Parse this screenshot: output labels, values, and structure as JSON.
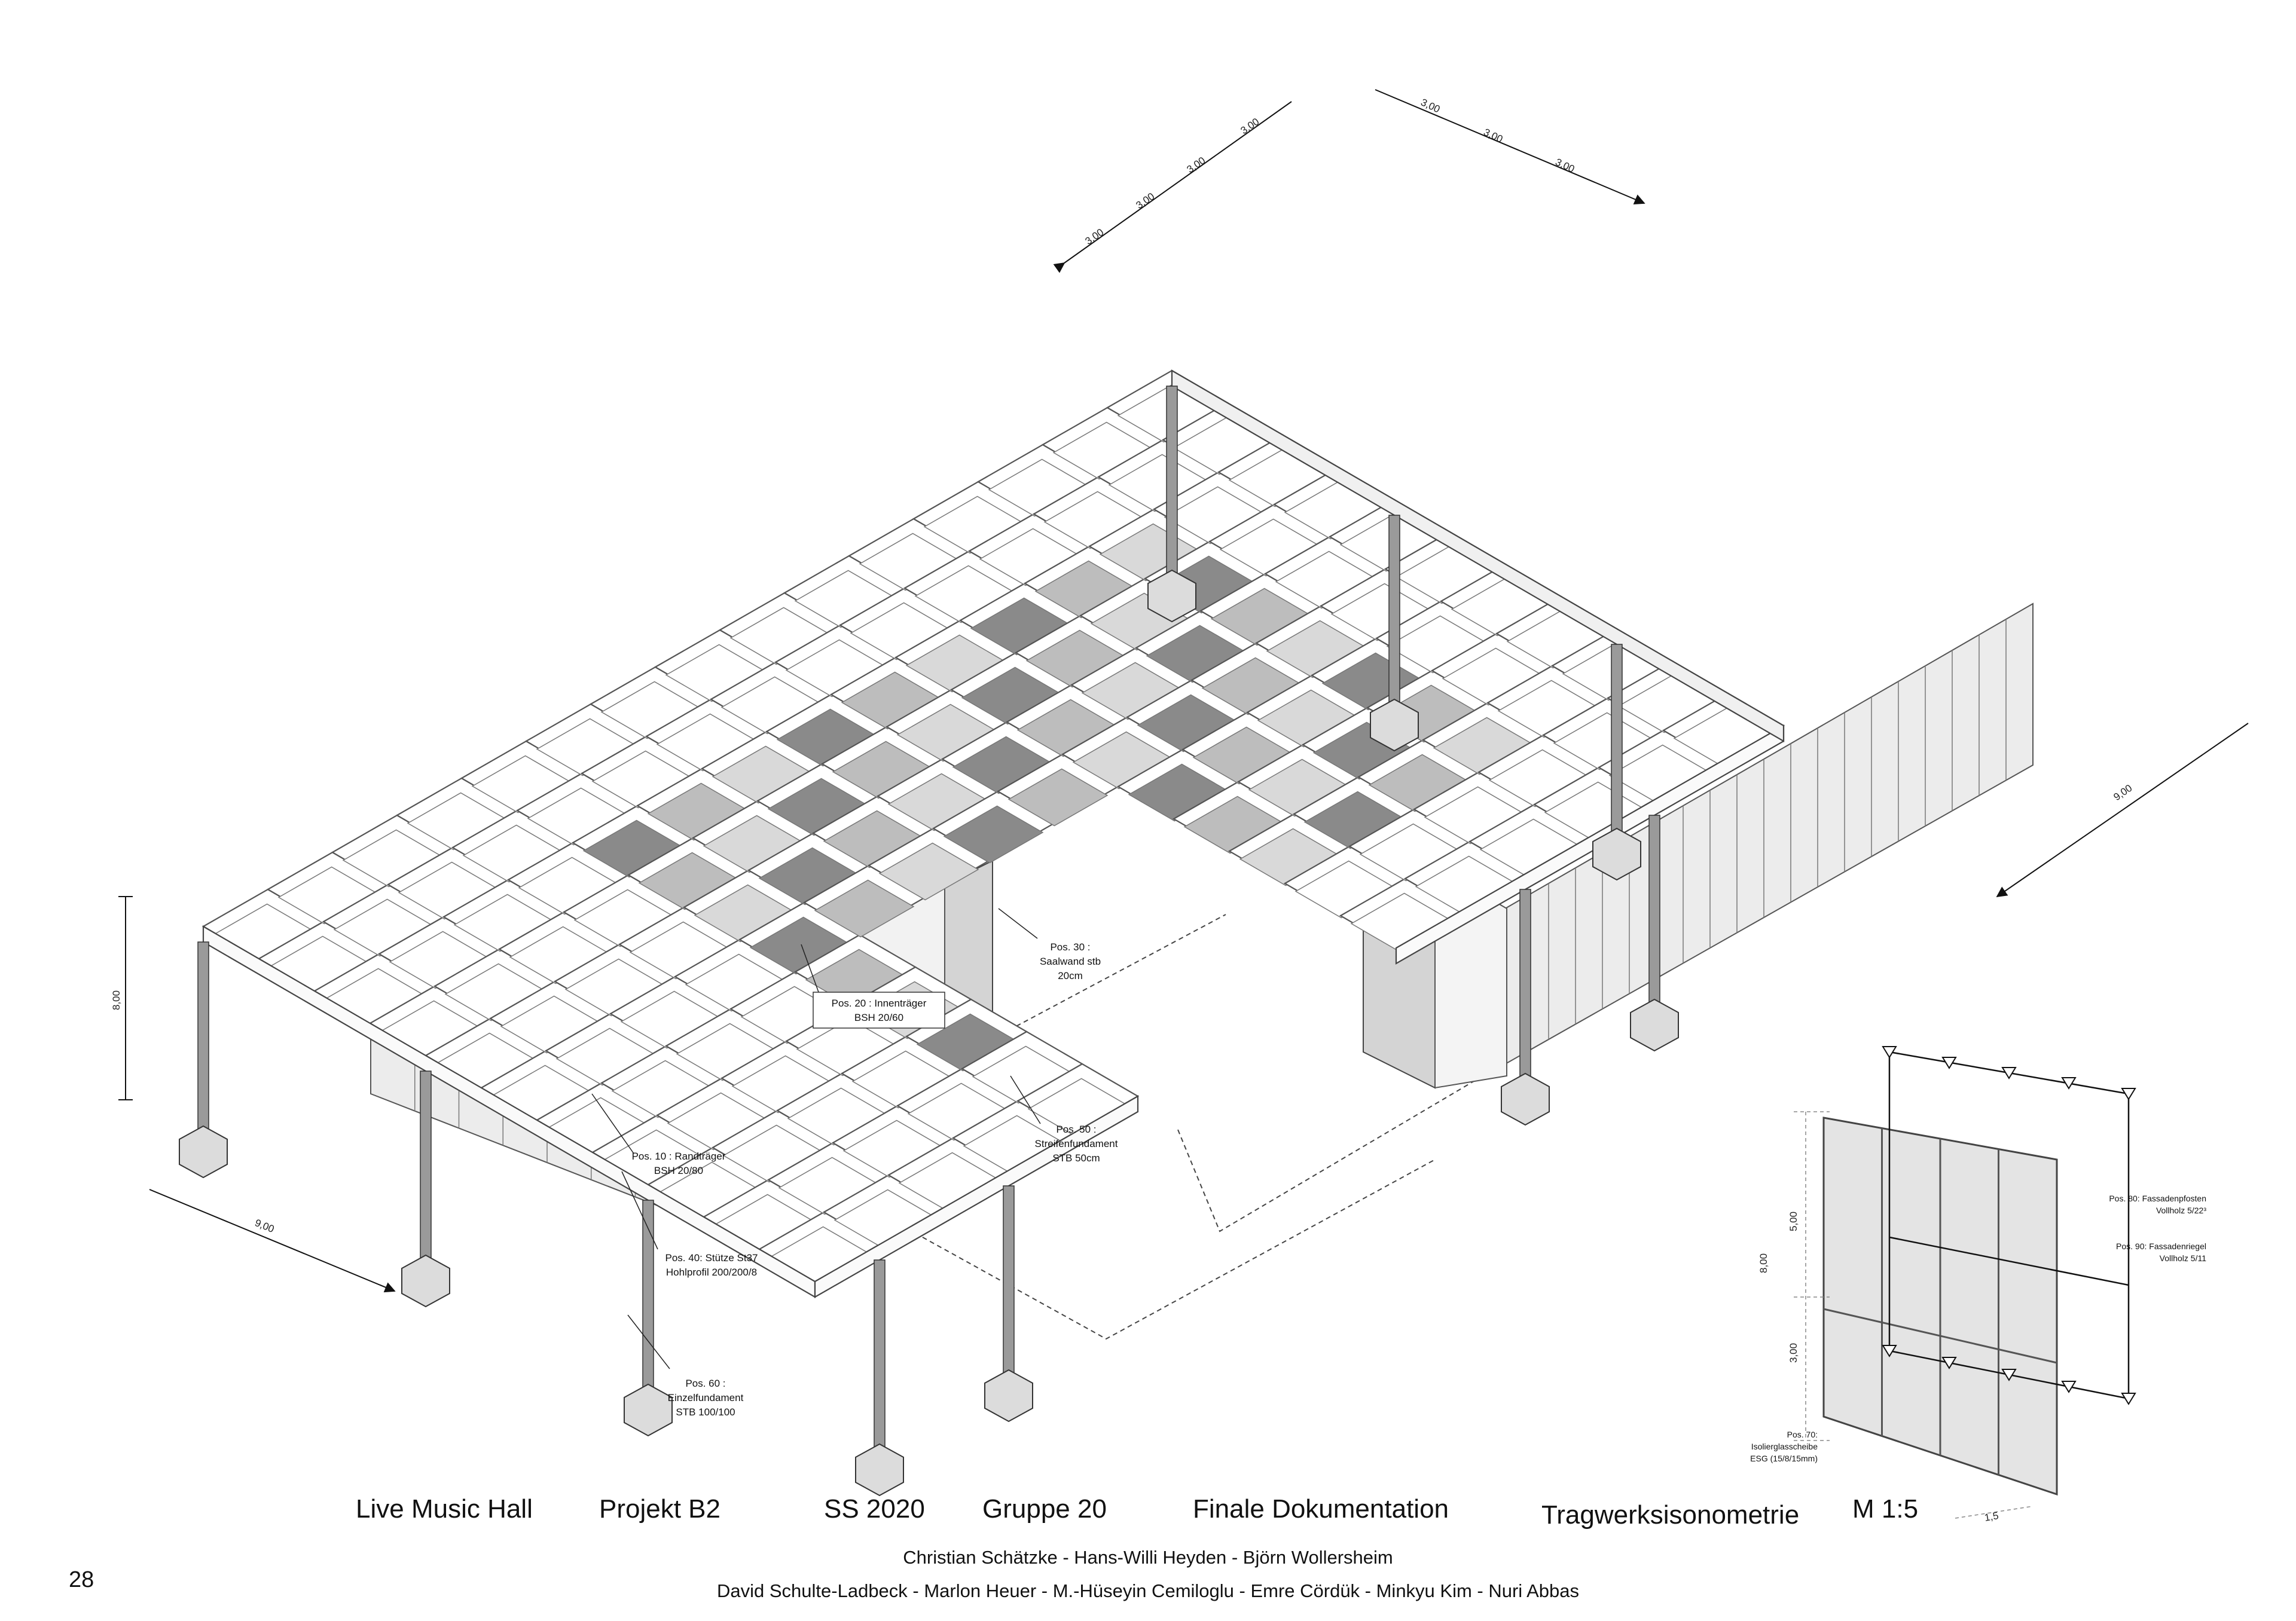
{
  "dimensions": {
    "top_left": [
      "3,00",
      "3,00",
      "3,00",
      "3,00"
    ],
    "top_right": [
      "3,00",
      "3,00",
      "3,00"
    ],
    "right_side": "9,00",
    "bottom_left": "9,00",
    "height_left": "8,00",
    "detail_height": "8,00",
    "detail_upper": "5,00",
    "detail_lower": "3,00",
    "detail_width": "1,5"
  },
  "labels": {
    "pos10": [
      "Pos. 10 : Randträger",
      "BSH 20/80"
    ],
    "pos20": [
      "Pos. 20 : Innenträger",
      "BSH 20/60"
    ],
    "pos30": [
      "Pos. 30  :",
      "Saalwand stb",
      "20cm"
    ],
    "pos40": [
      "Pos. 40: Stütze St37",
      "Hohlprofil 200/200/8"
    ],
    "pos50": [
      "Pos. 50 :",
      "Streifenfundament",
      "STB 50cm"
    ],
    "pos60": [
      "Pos. 60 :",
      "Einzelfundament",
      "STB 100/100"
    ],
    "pos70": [
      "Pos. 70:",
      "Isolierglasscheibe",
      "ESG (15/8/15mm)"
    ],
    "pos80": [
      "Pos. 80: Fassadenpfosten",
      "Vollholz  5/22³"
    ],
    "pos90": [
      "Pos. 90: Fassadenriegel",
      "Vollholz 5/11"
    ]
  },
  "footer": {
    "project": "Live Music Hall",
    "code": "Projekt B2",
    "semester": "SS 2020",
    "group": "Gruppe 20",
    "phase": "Finale Dokumentation",
    "sheet": "Tragwerksisonometrie",
    "scale": "M 1:5",
    "authors1": "Christian Schätzke - Hans-Willi Heyden - Björn Wollersheim",
    "authors2": "David Schulte-Ladbeck - Marlon Heuer - M.-Hüseyin Cemiloglu - Emre Cördük - Minkyu Kim - Nuri Abbas",
    "page": "28"
  }
}
